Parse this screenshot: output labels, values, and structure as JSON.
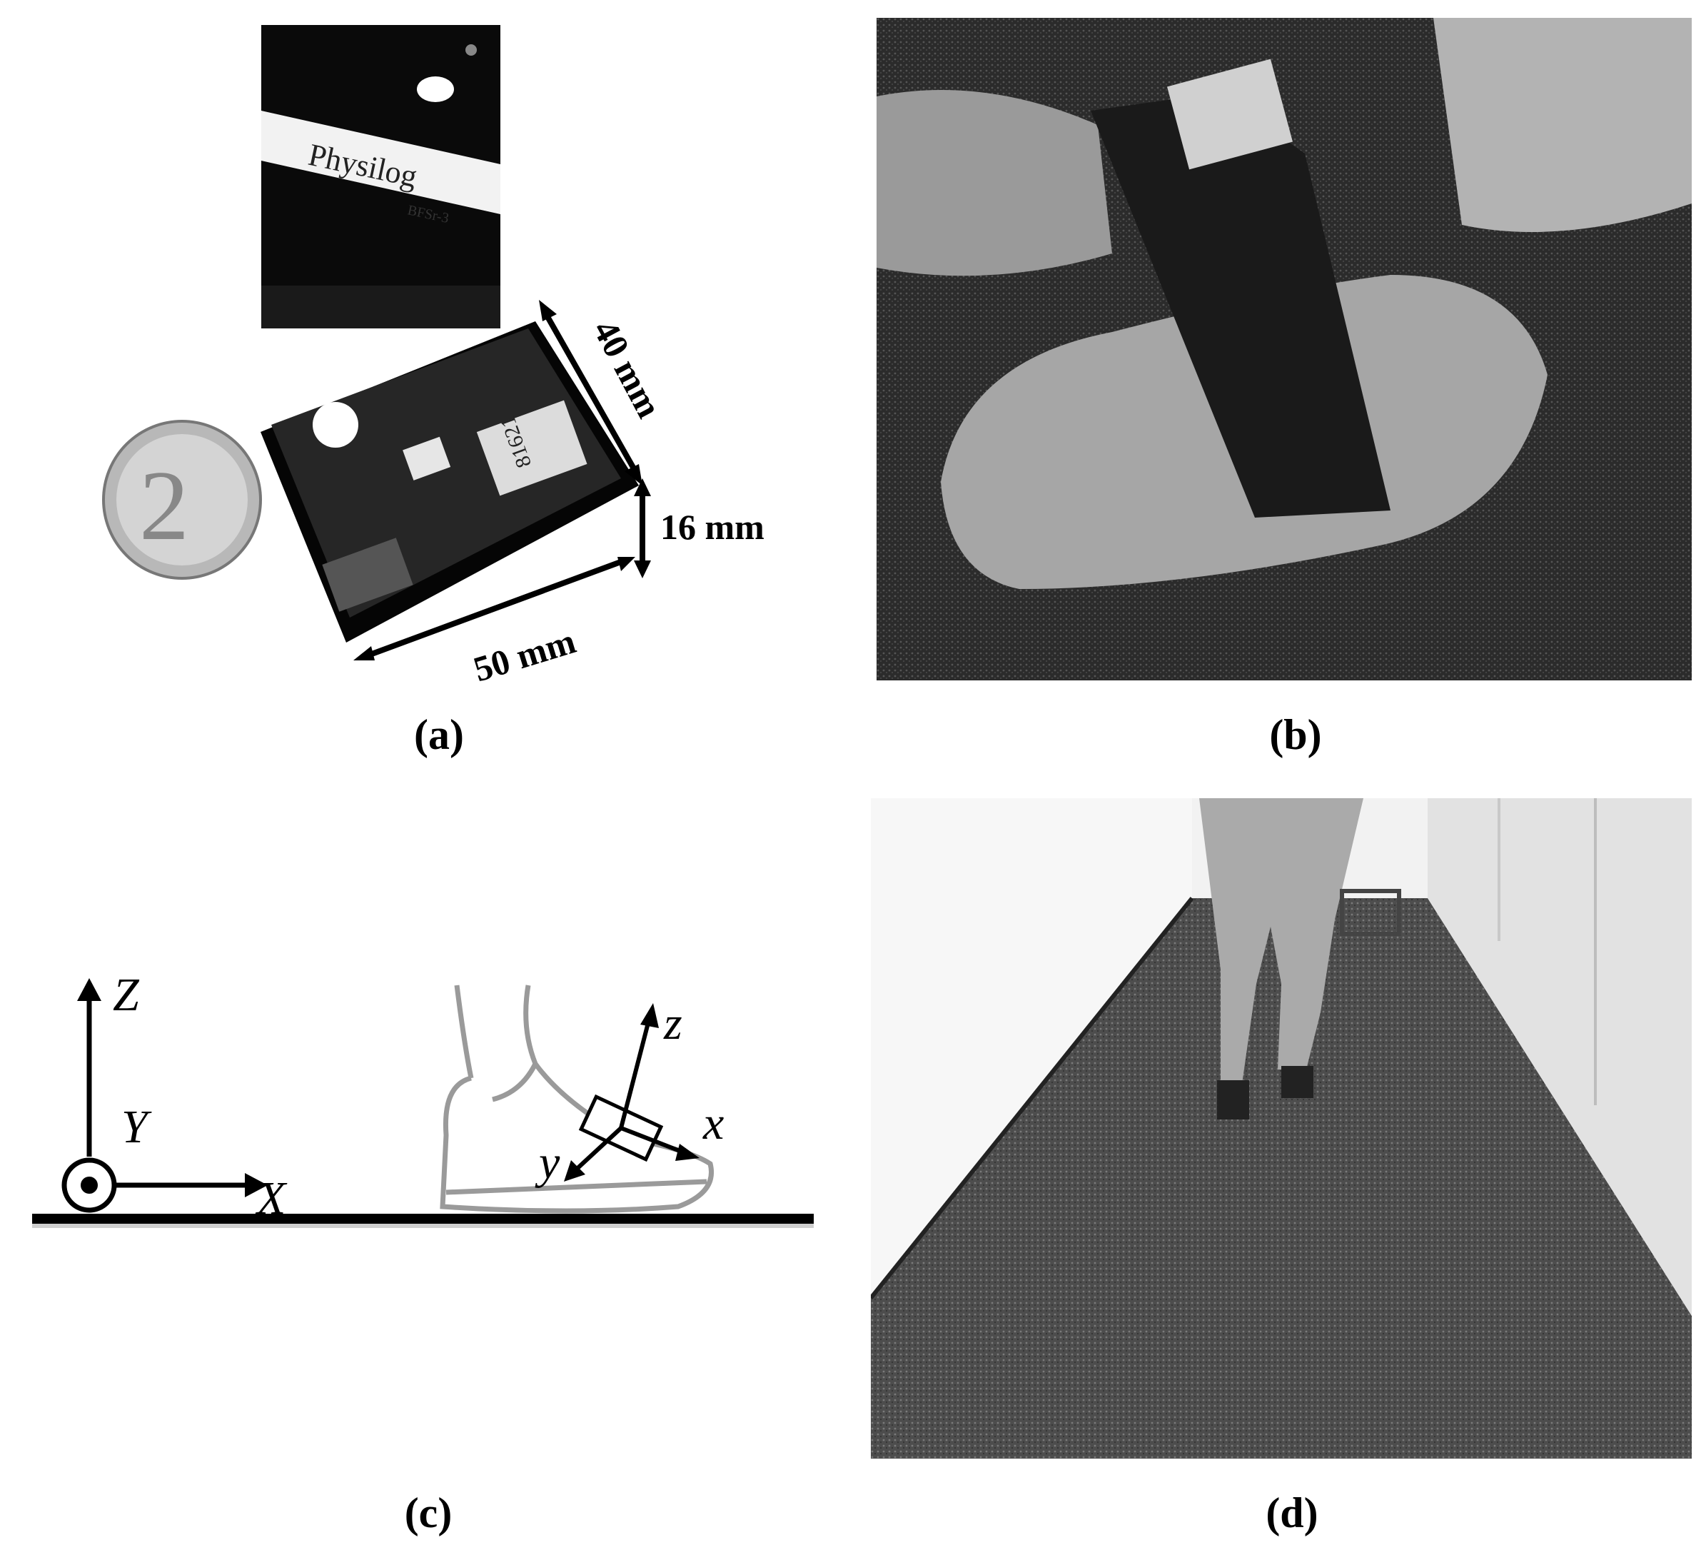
{
  "panel_a": {
    "caption": "(a)",
    "device": {
      "brand": "Physilog",
      "model": "BFSr-3"
    },
    "coin_label": "2",
    "pcb_label": "81621",
    "dimensions": {
      "length": "50 mm",
      "width": "40 mm",
      "height": "16 mm"
    }
  },
  "panel_b": {
    "caption": "(b)"
  },
  "panel_c": {
    "caption": "(c)",
    "global_axes": {
      "z": "Z",
      "y": "Y",
      "x": "X"
    },
    "sensor_axes": {
      "z": "z",
      "y": "y",
      "x": "x"
    }
  },
  "panel_d": {
    "caption": "(d)"
  }
}
